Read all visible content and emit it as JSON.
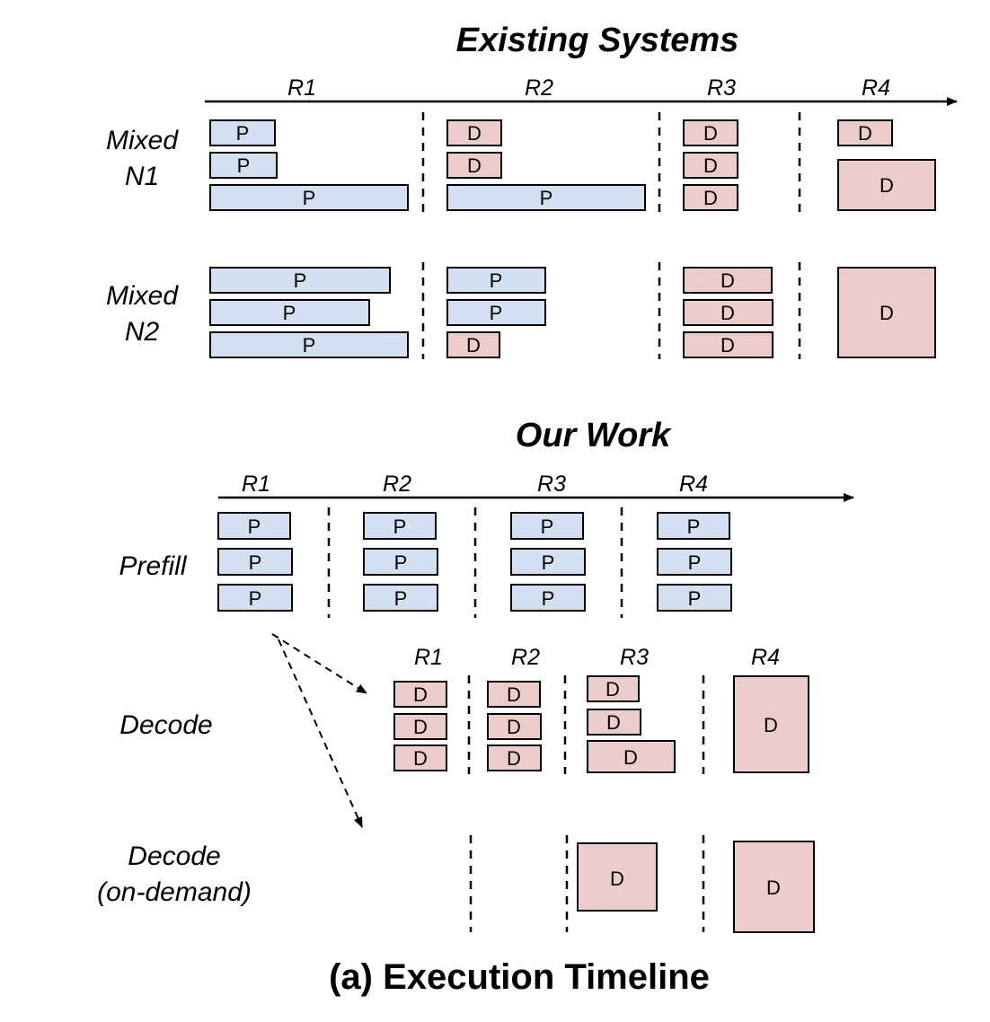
{
  "colors": {
    "prefill_fill": "#d3e0f1",
    "decode_fill": "#edcccc",
    "stroke": "#000000"
  },
  "labels": {
    "prefill": "P",
    "decode": "D"
  },
  "existing": {
    "title": "Existing Systems",
    "rounds": [
      "R1",
      "R2",
      "R3",
      "R4"
    ],
    "rows": [
      {
        "label_lines": [
          "Mixed",
          "N1"
        ]
      },
      {
        "label_lines": [
          "Mixed",
          "N2"
        ]
      }
    ]
  },
  "our_work": {
    "title": "Our Work",
    "rounds": [
      "R1",
      "R2",
      "R3",
      "R4"
    ],
    "prefill_label": "Prefill",
    "decode_rounds": [
      "R1",
      "R2",
      "R3",
      "R4"
    ],
    "decode_label": "Decode",
    "ondemand_label_lines": [
      "Decode",
      "(on-demand)"
    ]
  },
  "caption": "(a) Execution Timeline"
}
